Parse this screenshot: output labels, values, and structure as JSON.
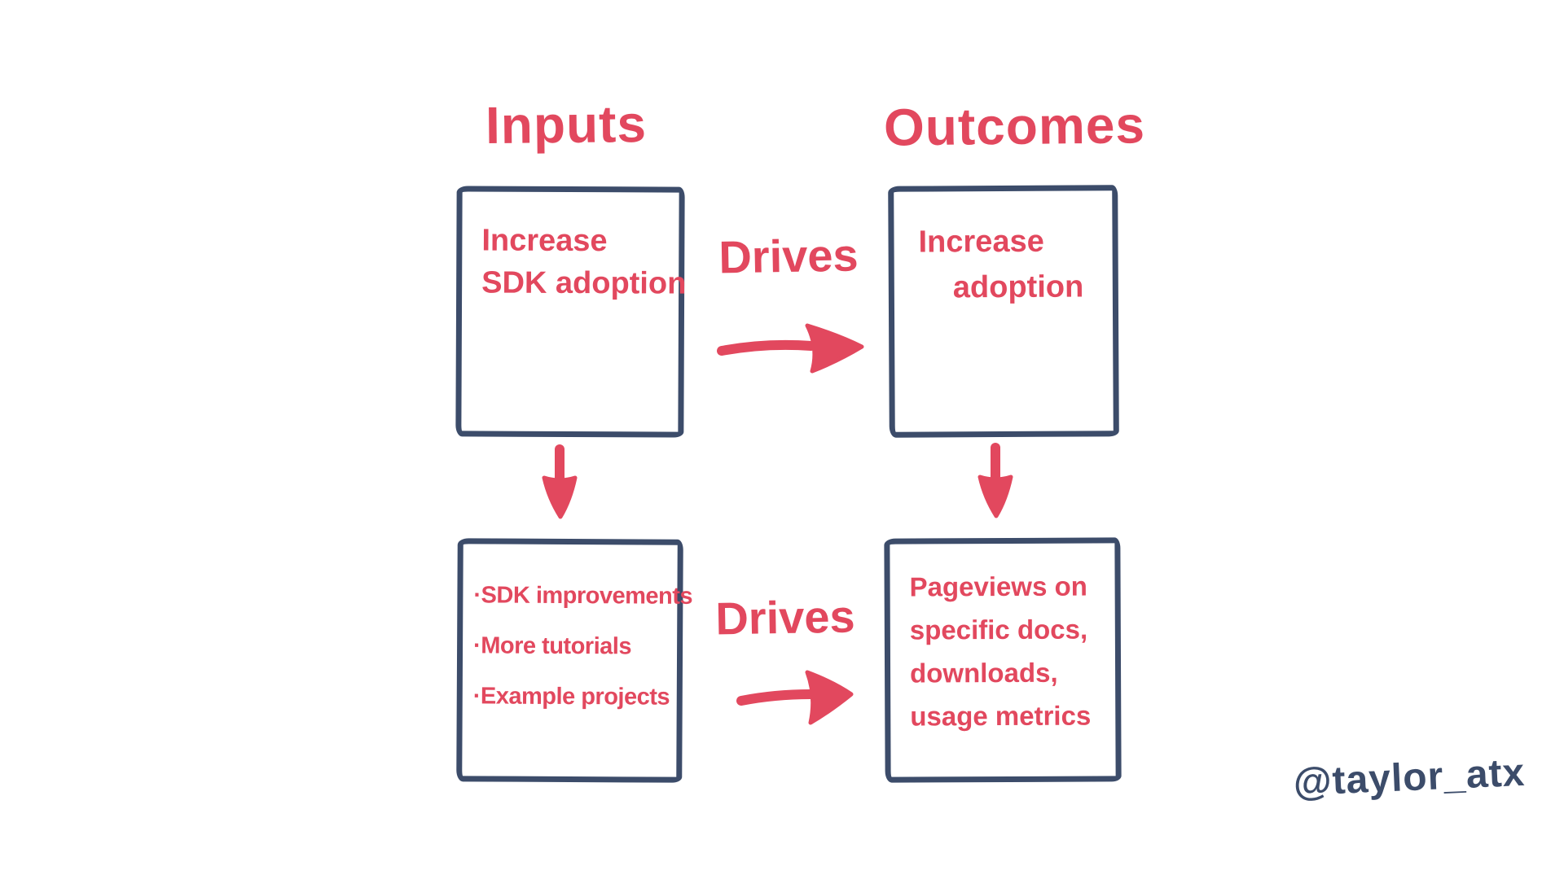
{
  "colors": {
    "background": "#ffffff",
    "ink_navy": "#3c4c6a",
    "marker_red": "#e2485e"
  },
  "headers": {
    "inputs": "Inputs",
    "outcomes": "Outcomes"
  },
  "boxes": {
    "input_goal": {
      "lines": [
        "Increase",
        "SDK adoption"
      ]
    },
    "outcome_goal": {
      "lines": [
        "Increase",
        "adoption"
      ]
    },
    "input_actions": {
      "lines": [
        "·SDK improvements",
        "·More tutorials",
        "·Example projects"
      ]
    },
    "outcome_metrics": {
      "lines": [
        "Pageviews on",
        "specific docs,",
        "downloads,",
        "usage metrics"
      ]
    }
  },
  "labels": {
    "drives_top": "Drives",
    "drives_bottom": "Drives"
  },
  "signature": "@taylor_atx"
}
